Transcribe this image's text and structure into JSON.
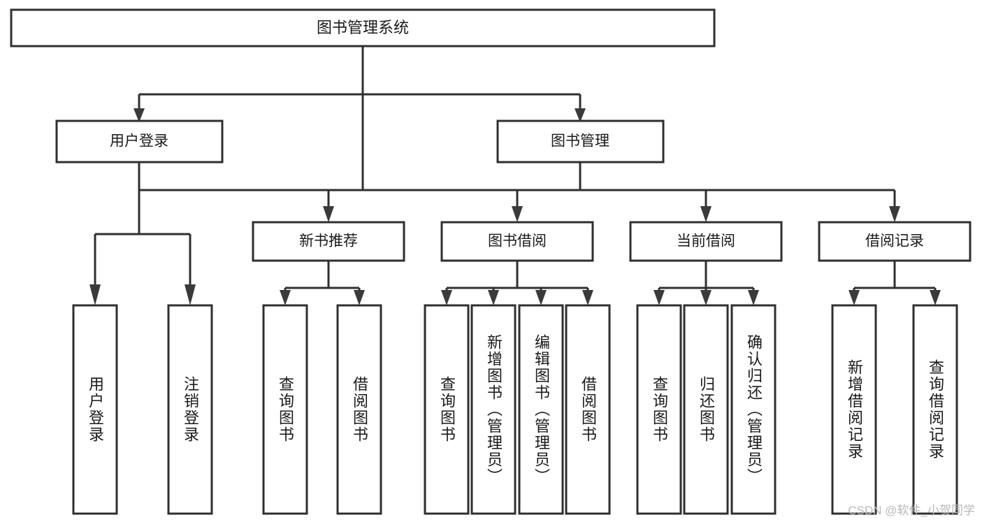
{
  "diagram": {
    "type": "tree-hierarchy",
    "title": "图书管理系统",
    "watermark": "CSDN @软件_小贺同学",
    "colors": {
      "background": "#ffffff",
      "node_fill": "#ffffff",
      "node_stroke": "#2f2f2f",
      "text": "#1a1a1a",
      "watermark": "#b8b8b8"
    },
    "root": {
      "id": "root",
      "label": "图书管理系统"
    },
    "level2": [
      {
        "id": "user-login",
        "label": "用户登录"
      },
      {
        "id": "book-management",
        "label": "图书管理"
      }
    ],
    "level3": [
      {
        "id": "new-book-recommend",
        "label": "新书推荐",
        "parent": "book-management"
      },
      {
        "id": "book-borrow",
        "label": "图书借阅",
        "parent": "book-management"
      },
      {
        "id": "current-borrow",
        "label": "当前借阅",
        "parent": "book-management"
      },
      {
        "id": "borrow-record",
        "label": "借阅记录",
        "parent": "book-management"
      }
    ],
    "leaves": [
      {
        "id": "leaf-user-login",
        "label": "用户登录",
        "parent": "user-login"
      },
      {
        "id": "leaf-logout",
        "label": "注销登录",
        "parent": "user-login"
      },
      {
        "id": "leaf-query-book-1",
        "label": "查询图书",
        "parent": "new-book-recommend"
      },
      {
        "id": "leaf-borrow-book-1",
        "label": "借阅图书",
        "parent": "new-book-recommend"
      },
      {
        "id": "leaf-query-book-2",
        "label": "查询图书",
        "parent": "book-borrow"
      },
      {
        "id": "leaf-add-book",
        "label": "新增图书（管理员）",
        "parent": "book-borrow"
      },
      {
        "id": "leaf-edit-book",
        "label": "编辑图书（管理员）",
        "parent": "book-borrow"
      },
      {
        "id": "leaf-borrow-book-2",
        "label": "借阅图书",
        "parent": "book-borrow"
      },
      {
        "id": "leaf-query-book-3",
        "label": "查询图书",
        "parent": "current-borrow"
      },
      {
        "id": "leaf-return-book",
        "label": "归还图书",
        "parent": "current-borrow"
      },
      {
        "id": "leaf-confirm-return",
        "label": "确认归还（管理员）",
        "parent": "current-borrow"
      },
      {
        "id": "leaf-add-record",
        "label": "新增借阅记录",
        "parent": "borrow-record"
      },
      {
        "id": "leaf-query-record",
        "label": "查询借阅记录",
        "parent": "borrow-record"
      }
    ]
  }
}
